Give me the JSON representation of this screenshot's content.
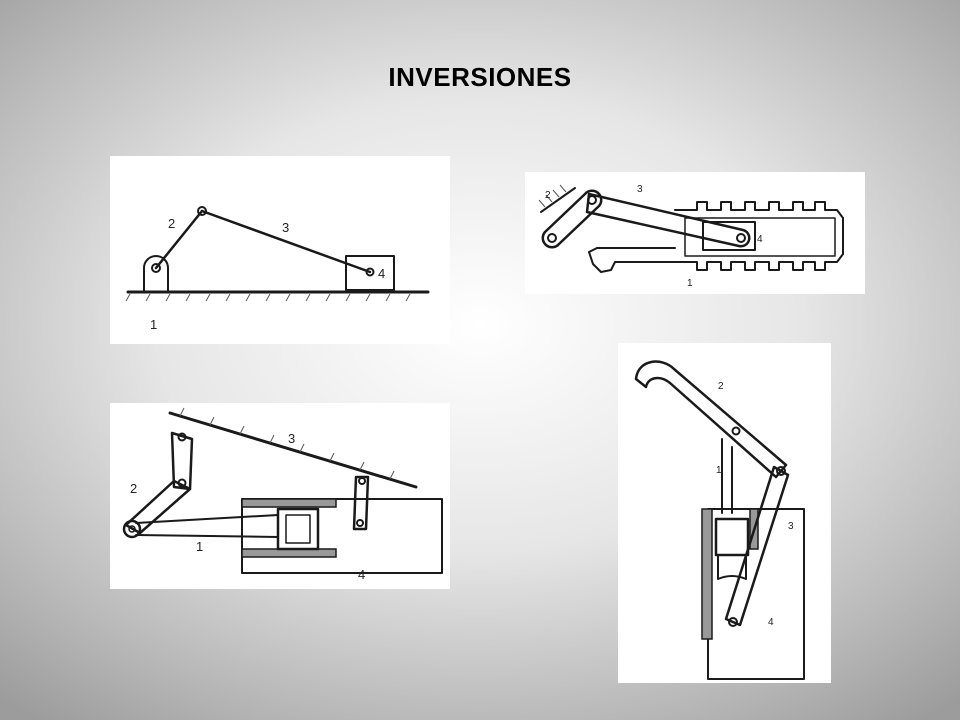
{
  "slide": {
    "title": "INVERSIONES"
  },
  "panels": {
    "top_left": {
      "labels": [
        "1",
        "2",
        "3",
        "4"
      ]
    },
    "top_right": {
      "labels": [
        "1",
        "2",
        "3",
        "4"
      ]
    },
    "bottom_left": {
      "labels": [
        "1",
        "2",
        "3",
        "4"
      ]
    },
    "bottom_right": {
      "labels": [
        "1",
        "2",
        "3",
        "4"
      ]
    }
  }
}
